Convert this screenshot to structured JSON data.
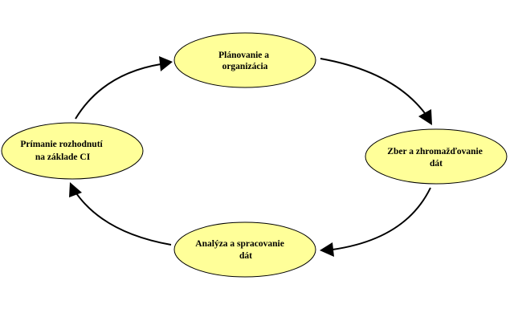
{
  "colors": {
    "node_fill": "#ffff99",
    "node_stroke": "#000000",
    "arrow": "#000000",
    "background": "#ffffff"
  },
  "nodes": [
    {
      "id": "planning",
      "lines": [
        "Plánovanie a",
        "organizácia"
      ]
    },
    {
      "id": "collection",
      "lines": [
        "Zber a zhromažďovanie",
        "dát"
      ]
    },
    {
      "id": "analysis",
      "lines": [
        "Analýza a spracovanie",
        "dát"
      ]
    },
    {
      "id": "decision",
      "lines": [
        "Prímanie rozhodnutí",
        "na základe CI"
      ]
    }
  ],
  "flow": [
    "planning",
    "collection",
    "analysis",
    "decision",
    "planning"
  ]
}
